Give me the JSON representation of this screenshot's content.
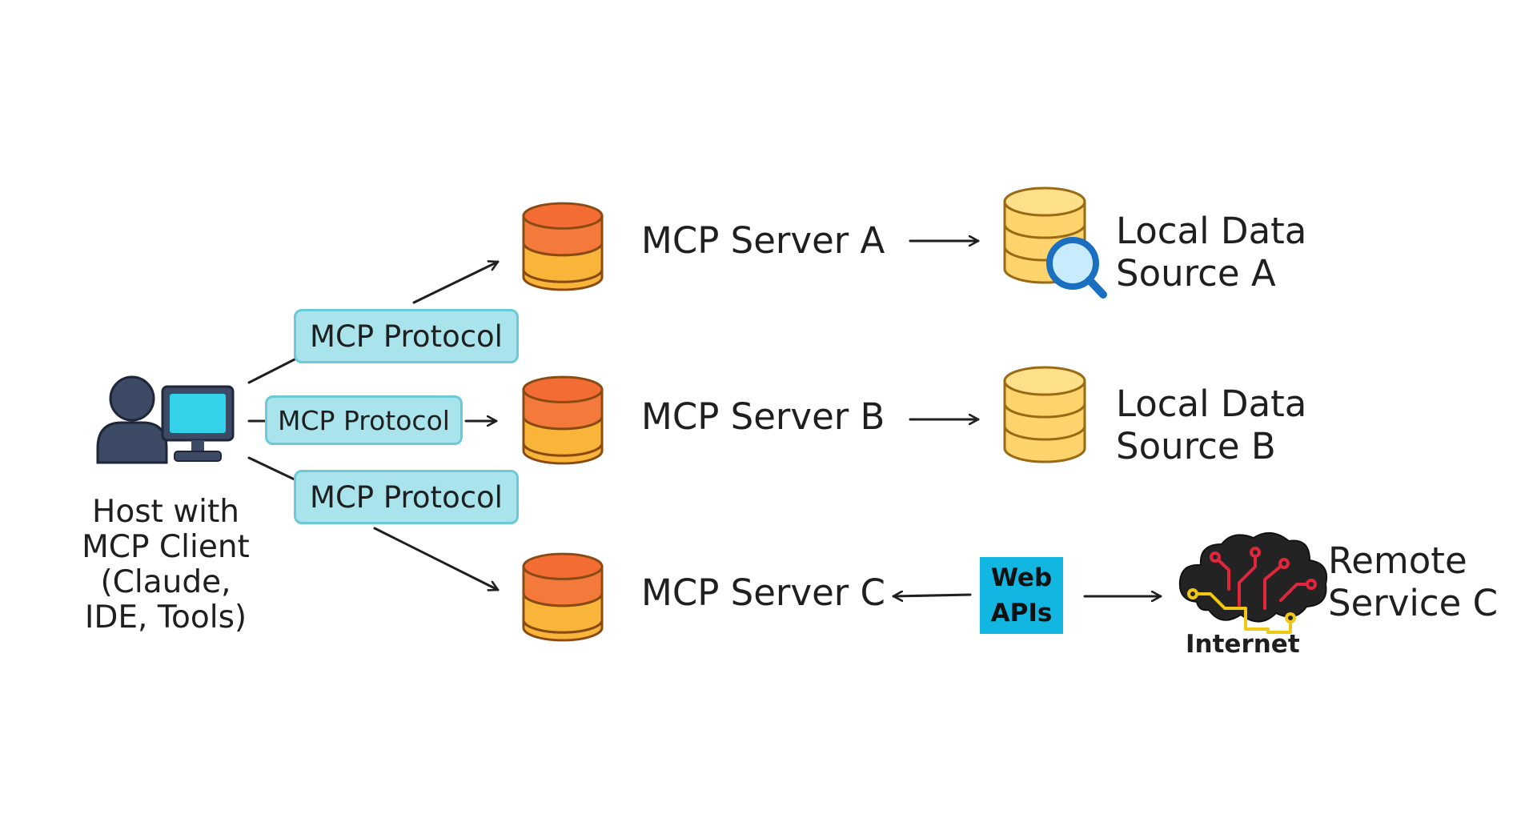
{
  "host": {
    "label_lines": [
      "Host with",
      "MCP Client",
      "(Claude,",
      "IDE, Tools)"
    ],
    "icon": "user-computer-icon"
  },
  "protocols": [
    {
      "label": "MCP Protocol"
    },
    {
      "label": "MCP Protocol"
    },
    {
      "label": "MCP Protocol"
    }
  ],
  "servers": [
    {
      "label": "MCP Server A",
      "icon": "database-icon"
    },
    {
      "label": "MCP Server B",
      "icon": "database-icon"
    },
    {
      "label": "MCP Server C",
      "icon": "database-icon"
    }
  ],
  "sources": [
    {
      "lines": [
        "Local Data",
        "Source A"
      ],
      "icon": "database-search-icon"
    },
    {
      "lines": [
        "Local Data",
        "Source B"
      ],
      "icon": "database-icon"
    }
  ],
  "web_apis": {
    "lines": [
      "Web",
      "APIs"
    ]
  },
  "remote": {
    "lines": [
      "Remote",
      "Service C"
    ],
    "caption": "Internet",
    "icon": "cloud-circuit-icon"
  },
  "colors": {
    "server_db_top": "#f47a3c",
    "server_db_bottom": "#f9b43a",
    "source_db_fill": "#fdd36b",
    "pill_fill": "#a9e3ec",
    "pill_border": "#6cc9d6",
    "web_apis_fill": "#12b7e1",
    "host_figure": "#3c4a66",
    "monitor_screen": "#33d2ea"
  }
}
